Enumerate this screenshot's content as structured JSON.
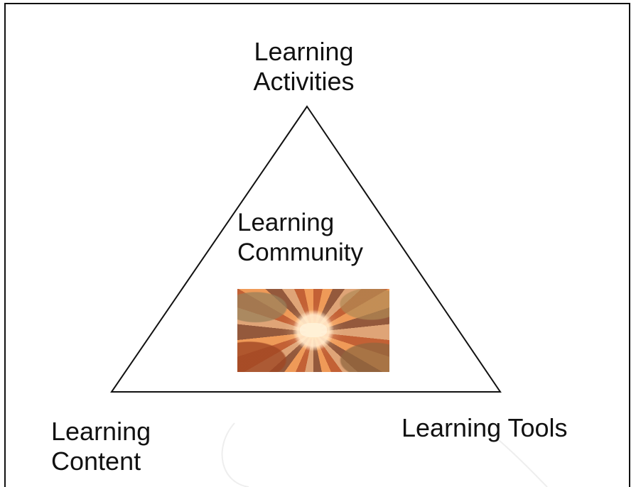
{
  "diagram": {
    "top": {
      "line1": "Learning",
      "line2": "Activities"
    },
    "center": {
      "line1": "Learning",
      "line2": "Community",
      "image_name": "learning-community-hands-image"
    },
    "bottom_left": {
      "line1": "Learning",
      "line2": "Content"
    },
    "bottom_right": {
      "label": "Learning Tools"
    }
  }
}
